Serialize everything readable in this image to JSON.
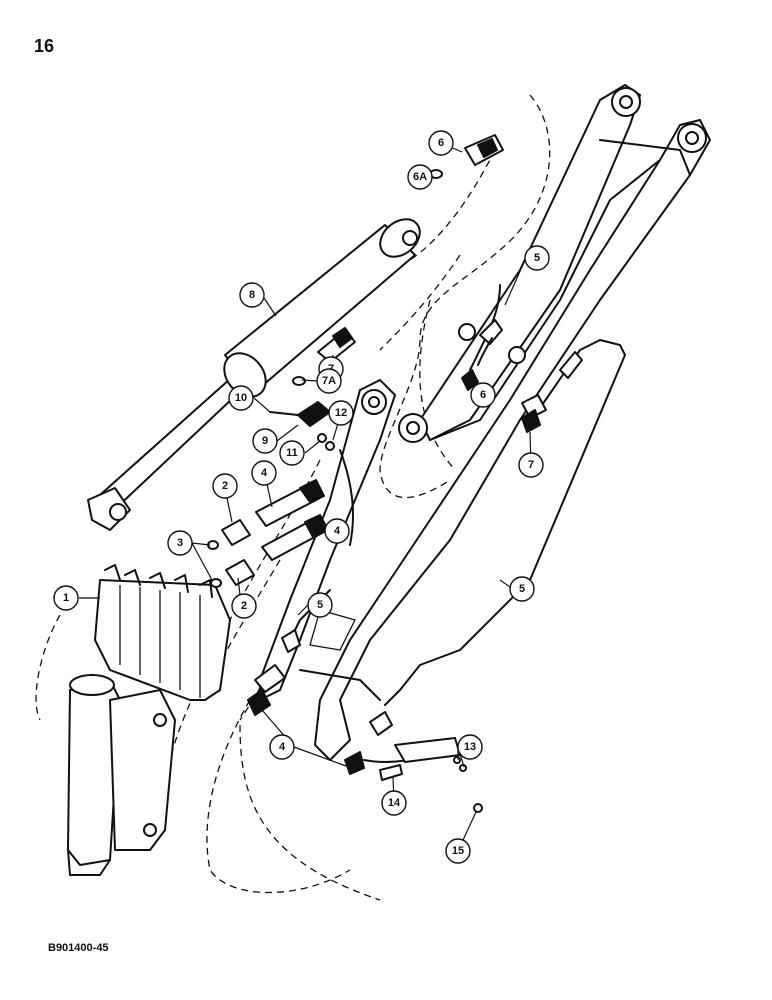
{
  "page_number": "16",
  "reference_code": "B901400-45",
  "callouts": [
    {
      "label": "1"
    },
    {
      "label": "2"
    },
    {
      "label": "2"
    },
    {
      "label": "3"
    },
    {
      "label": "4"
    },
    {
      "label": "4"
    },
    {
      "label": "4"
    },
    {
      "label": "5"
    },
    {
      "label": "5"
    },
    {
      "label": "5"
    },
    {
      "label": "6"
    },
    {
      "label": "6A"
    },
    {
      "label": "6"
    },
    {
      "label": "7"
    },
    {
      "label": "7A"
    },
    {
      "label": "7"
    },
    {
      "label": "8"
    },
    {
      "label": "9"
    },
    {
      "label": "10"
    },
    {
      "label": "11"
    },
    {
      "label": "12"
    },
    {
      "label": "13"
    },
    {
      "label": "14"
    },
    {
      "label": "15"
    }
  ]
}
